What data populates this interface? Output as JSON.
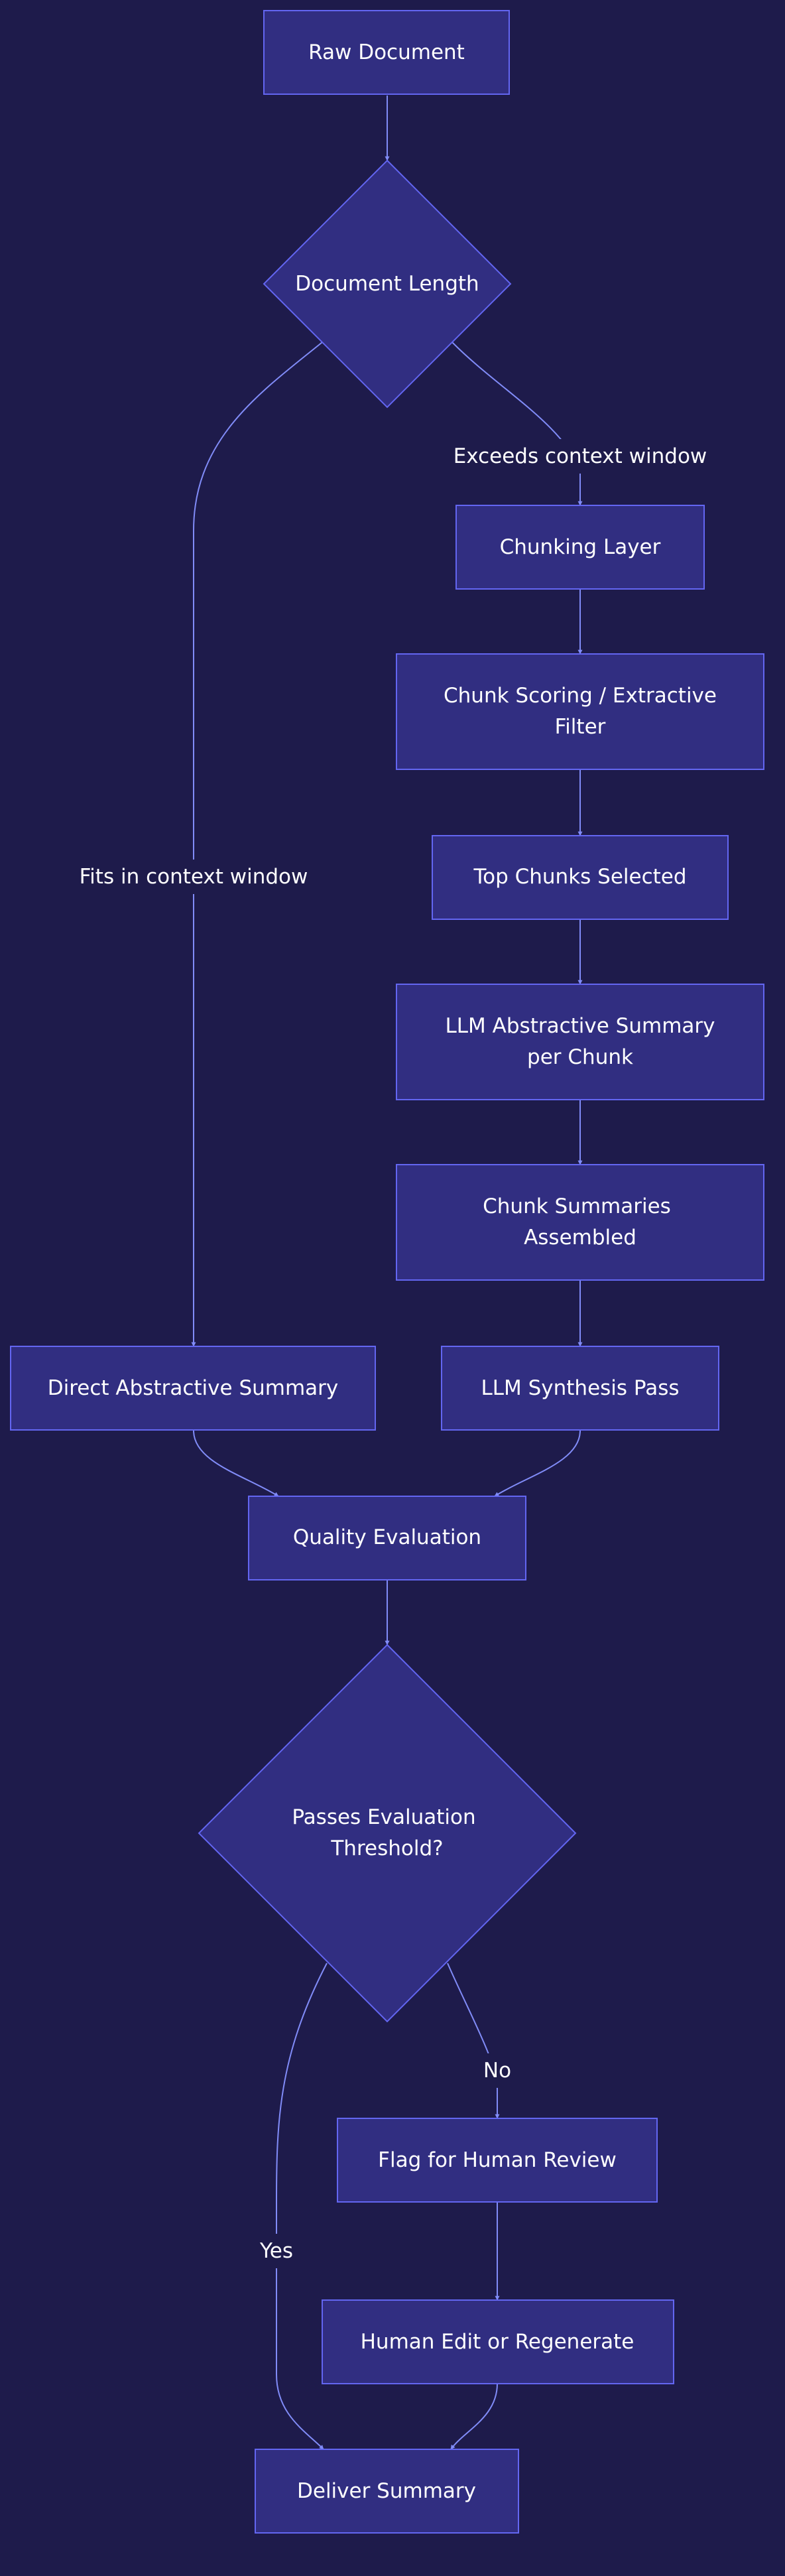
{
  "colors": {
    "background": "#1e1b4b",
    "node_fill": "#312e81",
    "node_stroke": "#6366f1",
    "edge": "#818cf8",
    "text": "#ffffff"
  },
  "nodes": {
    "raw_document": "Raw Document",
    "document_length": "Document Length",
    "chunking_layer": "Chunking Layer",
    "chunk_scoring": [
      "Chunk Scoring / Extractive",
      "Filter"
    ],
    "top_chunks": "Top Chunks Selected",
    "llm_abstractive": [
      "LLM Abstractive Summary",
      "per Chunk"
    ],
    "chunk_summaries": [
      "Chunk Summaries",
      "Assembled"
    ],
    "direct_abstractive": "Direct Abstractive Summary",
    "llm_synthesis": "LLM Synthesis Pass",
    "quality_evaluation": "Quality Evaluation",
    "passes_threshold": [
      "Passes Evaluation",
      "Threshold?"
    ],
    "flag_human_review": "Flag for Human Review",
    "human_edit": "Human Edit or Regenerate",
    "deliver_summary": "Deliver Summary"
  },
  "edge_labels": {
    "exceeds": "Exceeds context window",
    "fits": "Fits in context window",
    "no": "No",
    "yes": "Yes"
  }
}
